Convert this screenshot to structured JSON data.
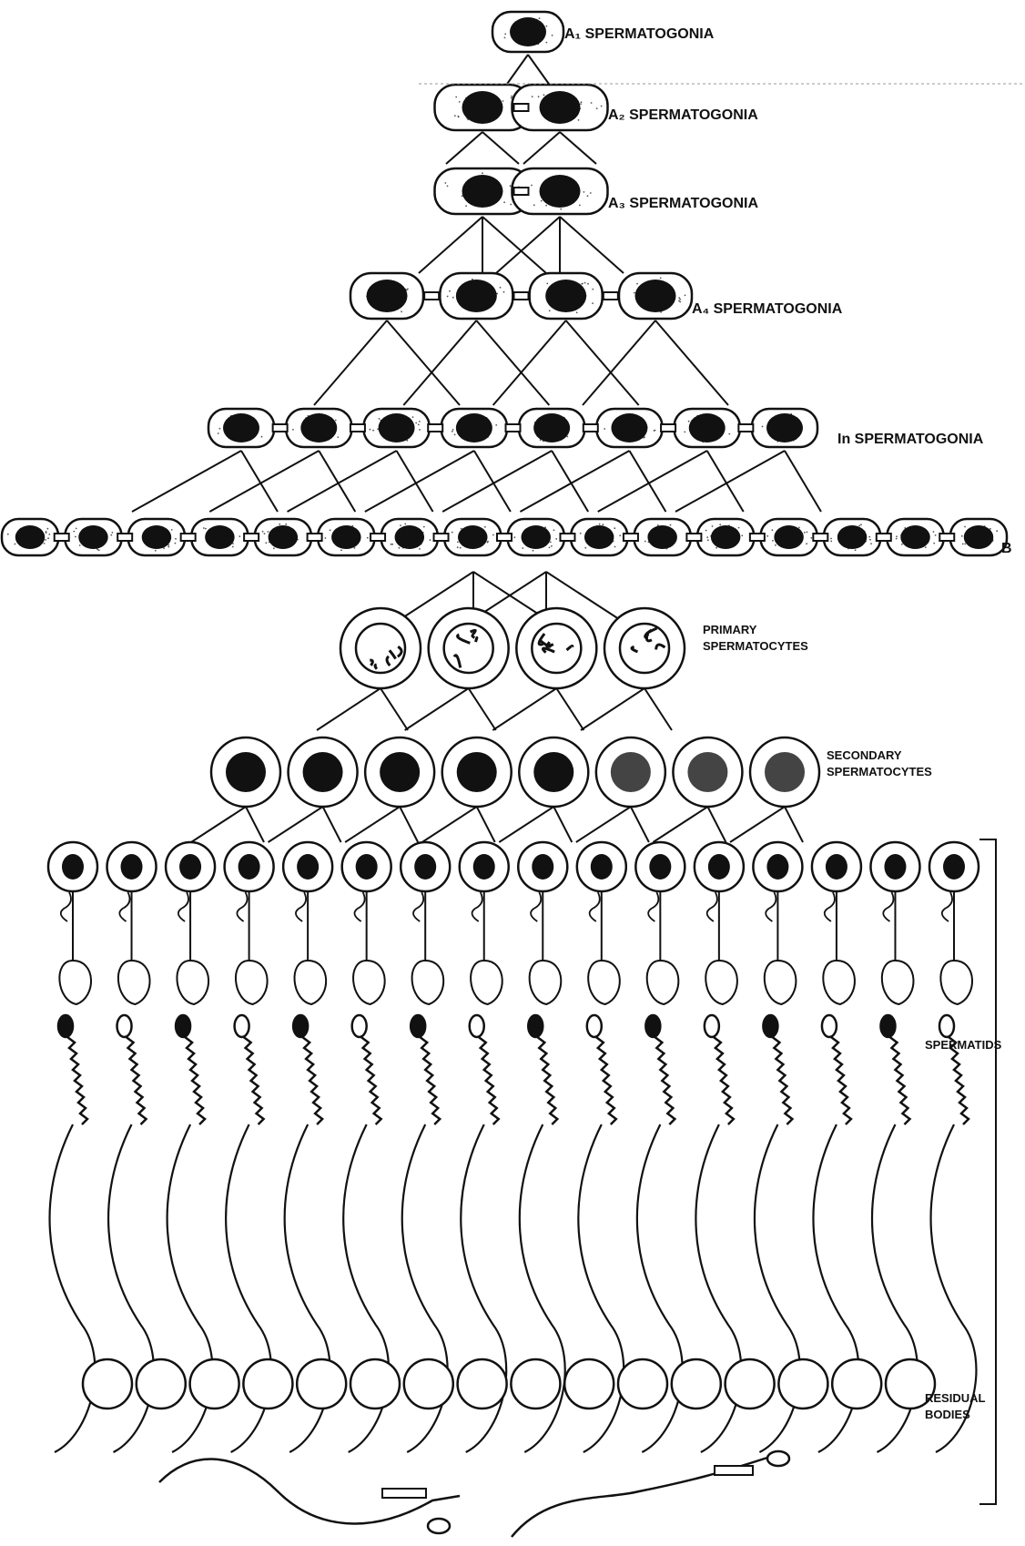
{
  "diagram": {
    "labels": {
      "a1": "A₁  SPERMATOGONIA",
      "a2": "A₂  SPERMATOGONIA",
      "a3": "A₃  SPERMATOGONIA",
      "a4": "A₄  SPERMATOGONIA",
      "in": "In  SPERMATOGONIA",
      "b": "B",
      "primary_1": "PRIMARY",
      "primary_2": "SPERMATOCYTES",
      "secondary_1": "SECONDARY",
      "secondary_2": "SPERMATOCYTES",
      "spermatids": "SPERMATIDS",
      "residual_1": "RESIDUAL",
      "residual_2": "BODIES"
    },
    "cell_counts": {
      "a1": 1,
      "a2": 2,
      "a3": 2,
      "a4": 4,
      "in": 8,
      "b": 16,
      "primary": 4,
      "secondary": 8,
      "spermatids": 16,
      "residual": 16,
      "free_sperm": 2
    },
    "colors": {
      "ink": "#111111",
      "paper": "#ffffff",
      "stipple": "#555555"
    }
  }
}
